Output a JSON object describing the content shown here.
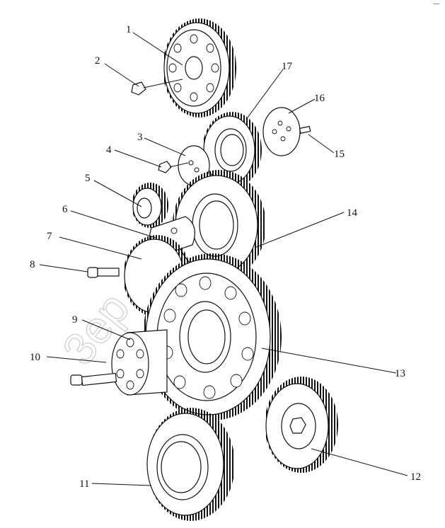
{
  "watermark": "3ep.en.ru",
  "callouts": [
    "1",
    "2",
    "3",
    "4",
    "5",
    "6",
    "7",
    "8",
    "9",
    "10",
    "11",
    "12",
    "13",
    "14",
    "15",
    "16",
    "17"
  ],
  "corner_mark": "—"
}
